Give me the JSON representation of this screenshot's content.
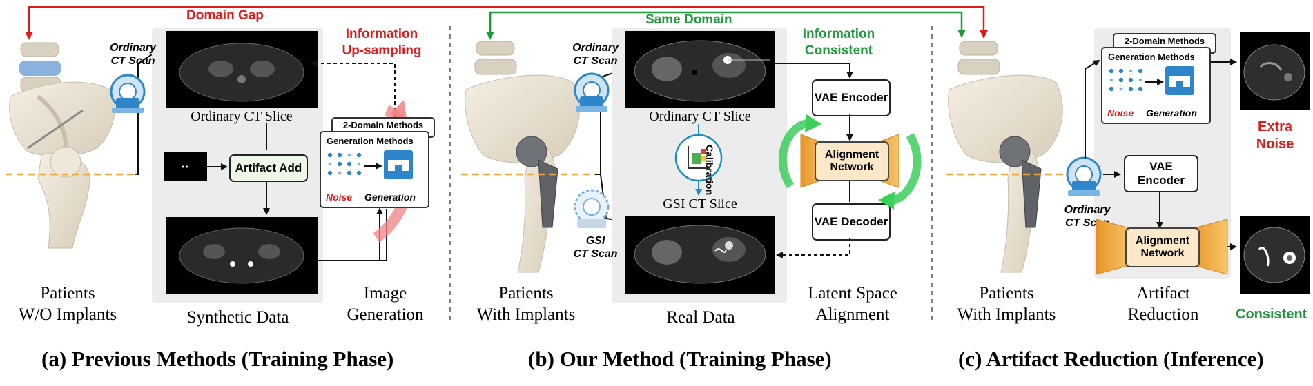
{
  "top_labels": {
    "domain_gap": "Domain Gap",
    "same_domain": "Same Domain"
  },
  "panel_a": {
    "patients": "Patients\nW/O Implants",
    "scan": "Ordinary\nCT Scan",
    "ct_slice_label": "Ordinary CT Slice",
    "artifact_add": "Artifact Add",
    "info_upsampling": "Information\nUp-sampling",
    "generation_box": {
      "tab": "2-Domain Methods",
      "title": "Generation Methods",
      "noise": "Noise",
      "generation": "Generation"
    },
    "synthetic_data": "Synthetic Data",
    "image_generation": "Image\nGeneration",
    "caption": "(a) Previous Methods (Training Phase)"
  },
  "panel_b": {
    "patients": "Patients\nWith Implants",
    "scan_ordinary": "Ordinary\nCT Scan",
    "scan_gsi": "GSI\nCT Scan",
    "ct_slice_label": "Ordinary CT Slice",
    "calibration": "Calibration",
    "gsi_slice_label": "GSI CT Slice",
    "real_data": "Real Data",
    "info_consistent": "Information\nConsistent",
    "vae_encoder": "VAE\nEncoder",
    "alignment_network": "Alignment\nNetwork",
    "vae_decoder": "VAE\nDecoder",
    "latent_space": "Latent Space\nAlignment",
    "caption": "(b) Our Method (Training Phase)"
  },
  "panel_c": {
    "patients": "Patients\nWith Implants",
    "scan": "Ordinary\nCT Scan",
    "generation_box": {
      "tab": "2-Domain Methods",
      "title": "Generation Methods",
      "noise": "Noise",
      "generation": "Generation"
    },
    "extra_noise": "Extra\nNoise",
    "vae_encoder": "VAE\nEncoder",
    "alignment_network": "Alignment\nNetwork",
    "artifact_reduction": "Artifact\nReduction",
    "consistent": "Consistent",
    "caption": "(c) Artifact Reduction (Inference)"
  },
  "colors": {
    "red": "#e01b1b",
    "green": "#1f9a3a",
    "orange": "#f2a53a",
    "panel": "#ececec",
    "teal": "#1a8cc0"
  }
}
